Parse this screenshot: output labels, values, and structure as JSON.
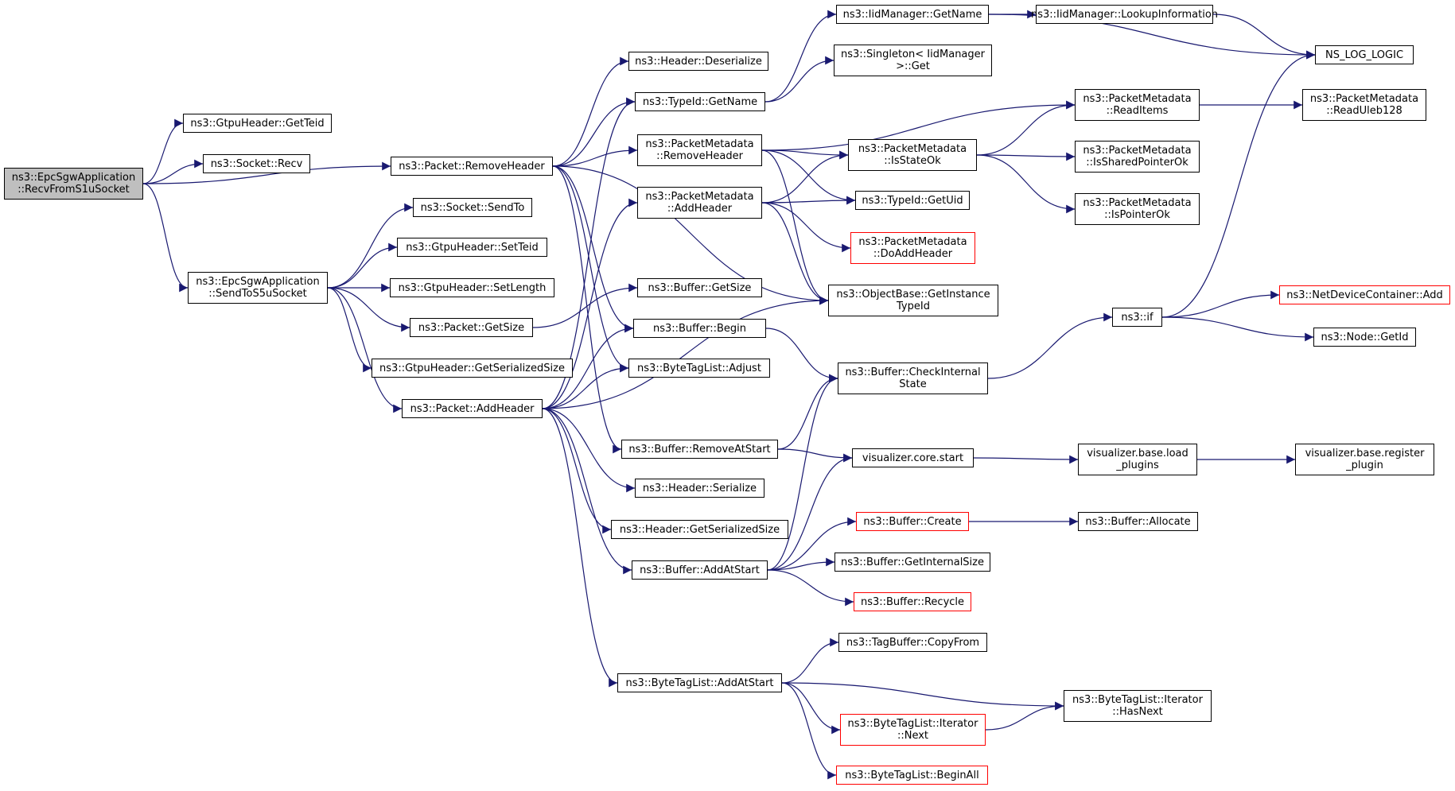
{
  "colors": {
    "edge": "#191970",
    "border": "#000000",
    "highlight_border": "#ff0000",
    "root_fill": "#bfbfbf"
  },
  "nodes": [
    {
      "id": "recv_s1u",
      "lines": [
        "ns3::EpcSgwApplication",
        "::RecvFromS1uSocket"
      ],
      "root": true
    },
    {
      "id": "gtpu_getteid",
      "lines": [
        "ns3::GtpuHeader::GetTeid"
      ]
    },
    {
      "id": "socket_recv",
      "lines": [
        "ns3::Socket::Recv"
      ]
    },
    {
      "id": "pkt_removeheader",
      "lines": [
        "ns3::Packet::RemoveHeader"
      ]
    },
    {
      "id": "send_s5u",
      "lines": [
        "ns3::EpcSgwApplication",
        "::SendToS5uSocket"
      ]
    },
    {
      "id": "socket_sendto",
      "lines": [
        "ns3::Socket::SendTo"
      ]
    },
    {
      "id": "gtpu_setteid",
      "lines": [
        "ns3::GtpuHeader::SetTeid"
      ]
    },
    {
      "id": "gtpu_setlength",
      "lines": [
        "ns3::GtpuHeader::SetLength"
      ]
    },
    {
      "id": "pkt_getsize",
      "lines": [
        "ns3::Packet::GetSize"
      ]
    },
    {
      "id": "gtpu_getserializedsize",
      "lines": [
        "ns3::GtpuHeader::GetSerializedSize"
      ]
    },
    {
      "id": "pkt_addheader",
      "lines": [
        "ns3::Packet::AddHeader"
      ]
    },
    {
      "id": "hdr_deserialize",
      "lines": [
        "ns3::Header::Deserialize"
      ]
    },
    {
      "id": "typeid_getname",
      "lines": [
        "ns3::TypeId::GetName"
      ]
    },
    {
      "id": "pm_removeheader",
      "lines": [
        "ns3::PacketMetadata",
        "::RemoveHeader"
      ]
    },
    {
      "id": "pm_addheader",
      "lines": [
        "ns3::PacketMetadata",
        "::AddHeader"
      ]
    },
    {
      "id": "buf_getsize",
      "lines": [
        "ns3::Buffer::GetSize"
      ]
    },
    {
      "id": "buf_begin",
      "lines": [
        "ns3::Buffer::Begin"
      ]
    },
    {
      "id": "btl_adjust",
      "lines": [
        "ns3::ByteTagList::Adjust"
      ]
    },
    {
      "id": "buf_removeatstart",
      "lines": [
        "ns3::Buffer::RemoveAtStart"
      ]
    },
    {
      "id": "hdr_serialize",
      "lines": [
        "ns3::Header::Serialize"
      ]
    },
    {
      "id": "hdr_getserializedsize",
      "lines": [
        "ns3::Header::GetSerializedSize"
      ]
    },
    {
      "id": "buf_addatstart",
      "lines": [
        "ns3::Buffer::AddAtStart"
      ]
    },
    {
      "id": "btl_addatstart",
      "lines": [
        "ns3::ByteTagList::AddAtStart"
      ]
    },
    {
      "id": "iid_getname",
      "lines": [
        "ns3::IidManager::GetName"
      ]
    },
    {
      "id": "singleton_get",
      "lines": [
        "ns3::Singleton< IidManager",
        ">::Get"
      ]
    },
    {
      "id": "pm_isstateok",
      "lines": [
        "ns3::PacketMetadata",
        "::IsStateOk"
      ]
    },
    {
      "id": "typeid_getuid",
      "lines": [
        "ns3::TypeId::GetUid"
      ]
    },
    {
      "id": "pm_doaddheader",
      "lines": [
        "ns3::PacketMetadata",
        "::DoAddHeader"
      ],
      "red": true
    },
    {
      "id": "ob_getinstancetypeid",
      "lines": [
        "ns3::ObjectBase::GetInstance",
        "TypeId"
      ]
    },
    {
      "id": "buf_checkinternalstate",
      "lines": [
        "ns3::Buffer::CheckInternal",
        "State"
      ]
    },
    {
      "id": "vis_core_start",
      "lines": [
        "visualizer.core.start"
      ]
    },
    {
      "id": "buf_create",
      "lines": [
        "ns3::Buffer::Create"
      ],
      "red": true
    },
    {
      "id": "buf_getinternalsize",
      "lines": [
        "ns3::Buffer::GetInternalSize"
      ]
    },
    {
      "id": "buf_recycle",
      "lines": [
        "ns3::Buffer::Recycle"
      ],
      "red": true
    },
    {
      "id": "tagbuf_copyfrom",
      "lines": [
        "ns3::TagBuffer::CopyFrom"
      ]
    },
    {
      "id": "btl_it_next",
      "lines": [
        "ns3::ByteTagList::Iterator",
        "::Next"
      ],
      "red": true
    },
    {
      "id": "btl_beginall",
      "lines": [
        "ns3::ByteTagList::BeginAll"
      ],
      "red": true
    },
    {
      "id": "iid_lookupinfo",
      "lines": [
        "ns3::IidManager::LookupInformation"
      ]
    },
    {
      "id": "pm_readitems",
      "lines": [
        "ns3::PacketMetadata",
        "::ReadItems"
      ]
    },
    {
      "id": "pm_issharedpointerok",
      "lines": [
        "ns3::PacketMetadata",
        "::IsSharedPointerOk"
      ]
    },
    {
      "id": "pm_ispointerok",
      "lines": [
        "ns3::PacketMetadata",
        "::IsPointerOk"
      ]
    },
    {
      "id": "ns3_if",
      "lines": [
        "ns3::if"
      ]
    },
    {
      "id": "vis_base_loadplugins",
      "lines": [
        "visualizer.base.load",
        "_plugins"
      ]
    },
    {
      "id": "buf_allocate",
      "lines": [
        "ns3::Buffer::Allocate"
      ]
    },
    {
      "id": "btl_it_hasnext",
      "lines": [
        "ns3::ByteTagList::Iterator",
        "::HasNext"
      ]
    },
    {
      "id": "ns_log_logic",
      "lines": [
        "NS_LOG_LOGIC"
      ]
    },
    {
      "id": "pm_readuleb128",
      "lines": [
        "ns3::PacketMetadata",
        "::ReadUleb128"
      ]
    },
    {
      "id": "ndc_add",
      "lines": [
        "ns3::NetDeviceContainer::Add"
      ],
      "red": true
    },
    {
      "id": "node_getid",
      "lines": [
        "ns3::Node::GetId"
      ]
    },
    {
      "id": "vis_base_registerplugin",
      "lines": [
        "visualizer.base.register",
        "_plugin"
      ]
    }
  ],
  "edges": [
    [
      "recv_s1u",
      "gtpu_getteid"
    ],
    [
      "recv_s1u",
      "socket_recv"
    ],
    [
      "recv_s1u",
      "pkt_removeheader"
    ],
    [
      "recv_s1u",
      "send_s5u"
    ],
    [
      "send_s5u",
      "socket_sendto"
    ],
    [
      "send_s5u",
      "gtpu_setteid"
    ],
    [
      "send_s5u",
      "gtpu_setlength"
    ],
    [
      "send_s5u",
      "pkt_getsize"
    ],
    [
      "send_s5u",
      "gtpu_getserializedsize"
    ],
    [
      "send_s5u",
      "pkt_addheader"
    ],
    [
      "pkt_removeheader",
      "hdr_deserialize"
    ],
    [
      "pkt_removeheader",
      "typeid_getname"
    ],
    [
      "pkt_removeheader",
      "pm_removeheader"
    ],
    [
      "pkt_removeheader",
      "ob_getinstancetypeid"
    ],
    [
      "pkt_removeheader",
      "buf_begin"
    ],
    [
      "pkt_removeheader",
      "btl_adjust"
    ],
    [
      "pkt_removeheader",
      "buf_removeatstart"
    ],
    [
      "pkt_getsize",
      "buf_getsize"
    ],
    [
      "pkt_addheader",
      "typeid_getname"
    ],
    [
      "pkt_addheader",
      "pm_addheader"
    ],
    [
      "pkt_addheader",
      "buf_begin"
    ],
    [
      "pkt_addheader",
      "btl_adjust"
    ],
    [
      "pkt_addheader",
      "ob_getinstancetypeid"
    ],
    [
      "pkt_addheader",
      "hdr_serialize"
    ],
    [
      "pkt_addheader",
      "hdr_getserializedsize"
    ],
    [
      "pkt_addheader",
      "buf_addatstart"
    ],
    [
      "pkt_addheader",
      "btl_addatstart"
    ],
    [
      "typeid_getname",
      "iid_getname"
    ],
    [
      "typeid_getname",
      "singleton_get"
    ],
    [
      "iid_getname",
      "iid_lookupinfo"
    ],
    [
      "iid_getname",
      "ns_log_logic"
    ],
    [
      "iid_lookupinfo",
      "ns_log_logic"
    ],
    [
      "pm_removeheader",
      "pm_readitems"
    ],
    [
      "pm_removeheader",
      "pm_isstateok"
    ],
    [
      "pm_removeheader",
      "typeid_getuid"
    ],
    [
      "pm_removeheader",
      "ob_getinstancetypeid"
    ],
    [
      "pm_addheader",
      "pm_isstateok"
    ],
    [
      "pm_addheader",
      "typeid_getuid"
    ],
    [
      "pm_addheader",
      "pm_doaddheader"
    ],
    [
      "pm_addheader",
      "ob_getinstancetypeid"
    ],
    [
      "pm_isstateok",
      "pm_readitems"
    ],
    [
      "pm_isstateok",
      "pm_issharedpointerok"
    ],
    [
      "pm_isstateok",
      "pm_ispointerok"
    ],
    [
      "pm_readitems",
      "pm_readuleb128"
    ],
    [
      "buf_begin",
      "buf_checkinternalstate"
    ],
    [
      "buf_removeatstart",
      "buf_checkinternalstate"
    ],
    [
      "buf_removeatstart",
      "vis_core_start"
    ],
    [
      "buf_checkinternalstate",
      "ns3_if"
    ],
    [
      "ns3_if",
      "ns_log_logic"
    ],
    [
      "ns3_if",
      "ndc_add"
    ],
    [
      "ns3_if",
      "node_getid"
    ],
    [
      "vis_core_start",
      "vis_base_loadplugins"
    ],
    [
      "vis_base_loadplugins",
      "vis_base_registerplugin"
    ],
    [
      "buf_addatstart",
      "buf_create"
    ],
    [
      "buf_addatstart",
      "buf_getinternalsize"
    ],
    [
      "buf_addatstart",
      "buf_recycle"
    ],
    [
      "buf_addatstart",
      "buf_checkinternalstate"
    ],
    [
      "buf_addatstart",
      "vis_core_start"
    ],
    [
      "buf_create",
      "buf_allocate"
    ],
    [
      "btl_addatstart",
      "tagbuf_copyfrom"
    ],
    [
      "btl_addatstart",
      "btl_it_hasnext"
    ],
    [
      "btl_addatstart",
      "btl_it_next"
    ],
    [
      "btl_addatstart",
      "btl_beginall"
    ],
    [
      "btl_it_next",
      "btl_it_hasnext"
    ]
  ]
}
